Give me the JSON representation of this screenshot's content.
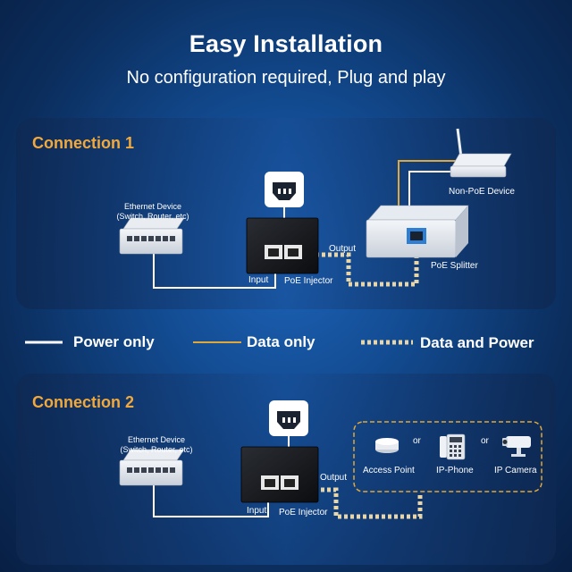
{
  "header": {
    "title": "Easy Installation",
    "subtitle": "No configuration required, Plug and play"
  },
  "connection1": {
    "label": "Connection 1",
    "ethernet_device_line1": "Ethernet Device",
    "ethernet_device_line2": "(Switch, Router, etc)",
    "input_label": "Input",
    "injector_label": "PoE Injector",
    "output_label": "Output",
    "splitter_label": "PoE Splitter",
    "non_poe_label": "Non-PoE Device"
  },
  "legend": {
    "power_only": "Power only",
    "data_only": "Data only",
    "data_and_power": "Data and Power"
  },
  "connection2": {
    "label": "Connection 2",
    "ethernet_device_line1": "Ethernet Device",
    "ethernet_device_line2": "(Switch, Router, etc)",
    "input_label": "Input",
    "injector_label": "PoE Injector",
    "output_label": "Output",
    "access_point_label": "Access Point",
    "ip_phone_label": "IP-Phone",
    "ip_camera_label": "IP Camera",
    "or_1": "or",
    "or_2": "or"
  },
  "colors": {
    "accent": "#f2a93b",
    "power_line": "#ffffff",
    "data_line": "#e0a83a",
    "data_power_line": "#e8d6a8"
  },
  "icons": [
    "ac-power-socket-icon",
    "switch-icon",
    "poe-injector-icon",
    "poe-splitter-icon",
    "router-icon",
    "access-point-icon",
    "ip-phone-icon",
    "ip-camera-icon",
    "rj45-port-icon"
  ]
}
